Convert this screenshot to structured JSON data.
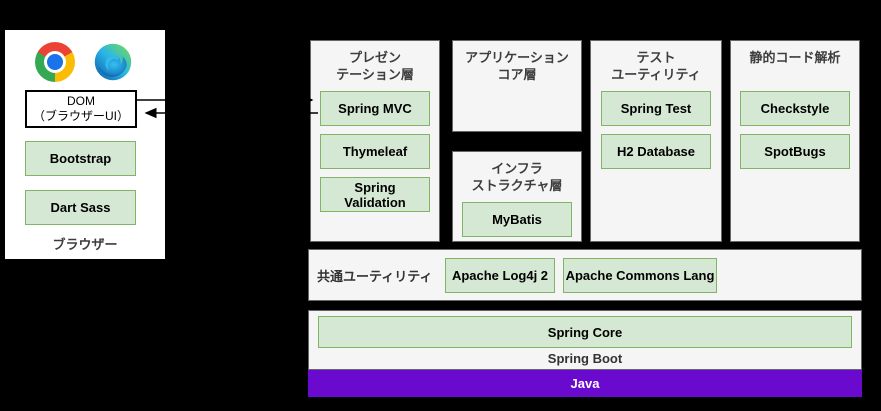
{
  "colors": {
    "background": "#000000",
    "panel_fill": "#ffffff",
    "container_fill": "#f5f5f5",
    "container_border": "#666666",
    "component_fill": "#d5e8d4",
    "component_border": "#82b366",
    "java_bar_fill": "#6a0ace",
    "java_text": "#ffffff",
    "header_text": "#3d3d3d",
    "arrow_color": "#000000"
  },
  "browser_panel": {
    "icons": [
      {
        "name": "chrome-icon"
      },
      {
        "name": "edge-icon"
      }
    ],
    "dom_box": {
      "line1": "DOM",
      "line2": "（ブラウザーUI）"
    },
    "components": [
      "Bootstrap",
      "Dart Sass"
    ],
    "caption": "ブラウザー"
  },
  "layers": {
    "presentation": {
      "title_line1": "プレゼン",
      "title_line2": "テーション層",
      "items": [
        "Spring MVC",
        "Thymeleaf",
        "Spring Validation"
      ]
    },
    "application_core": {
      "title_line1": "アプリケーション",
      "title_line2": "コア層",
      "items": []
    },
    "infrastructure": {
      "title_line1": "インフラ",
      "title_line2": "ストラクチャ層",
      "items": [
        "MyBatis"
      ]
    },
    "test_utilities": {
      "title_line1": "テスト",
      "title_line2": "ユーティリティ",
      "items": [
        "Spring Test",
        "H2 Database"
      ]
    },
    "static_analysis": {
      "title_line1": "静的コード解析",
      "title_line2": "",
      "items": [
        "Checkstyle",
        "SpotBugs"
      ]
    }
  },
  "common_utilities": {
    "label": "共通ユーティリティ",
    "items": [
      "Apache Log4j 2",
      "Apache Commons Lang"
    ]
  },
  "foundation": {
    "spring_core": "Spring Core",
    "spring_boot": "Spring Boot",
    "java": "Java"
  }
}
